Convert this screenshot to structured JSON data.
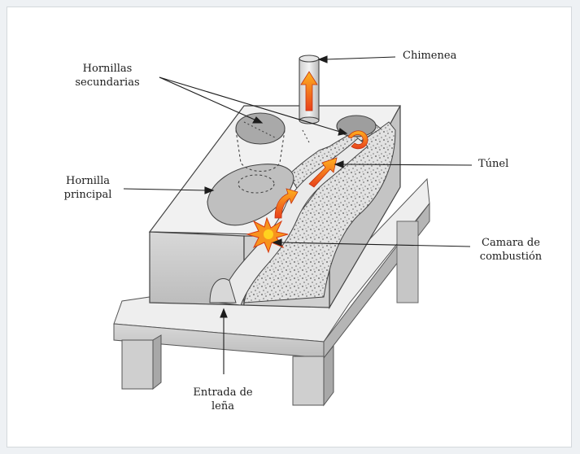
{
  "labels": {
    "chimenea": "Chimenea",
    "hornillas_secundarias": "Hornillas\nsecundarias",
    "hornilla_principal": "Hornilla\nprincipal",
    "tunel": "Túnel",
    "camara": "Camara de\ncombustión",
    "entrada": "Entrada de\nleña"
  },
  "colors": {
    "ink": "#1c1c1c",
    "stone_light": "#e9e9e9",
    "stone_mid": "#c9c9c9",
    "stone_dark": "#9a9a9a",
    "flame_orange": "#f7941d",
    "flame_red": "#e8401c",
    "flame_yellow": "#ffd21f"
  }
}
